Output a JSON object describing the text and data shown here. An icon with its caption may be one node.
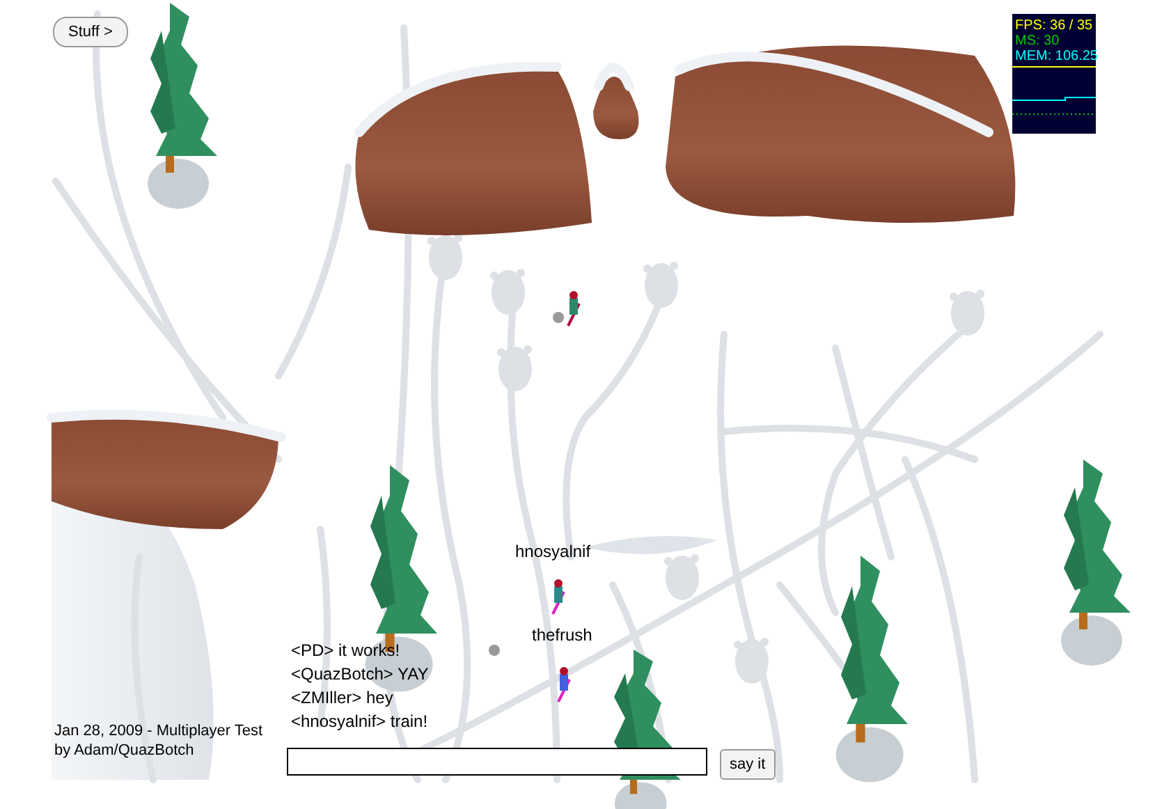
{
  "diagram": {
    "labels": [
      "Stuff >",
      "FPS: 36 / 35",
      "MS: 30",
      "MEM: 106.25",
      "hnosyalnif",
      "thefrush",
      "<PD> it works!",
      "<QuazBotch> YAY",
      "<ZMIller> hey",
      "<hnosyalnif> train!",
      "Jan 28, 2009 - Multiplayer Test",
      "by Adam/QuazBotch",
      "say it"
    ]
  }
}
